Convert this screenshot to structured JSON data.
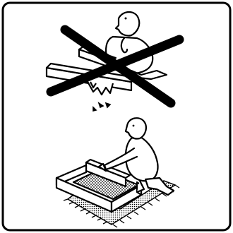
{
  "panel": {
    "frame_color": "#000000",
    "background_color": "#ffffff"
  },
  "scenes": [
    {
      "name": "wrong-method",
      "description_icon": "person-standing-on-edge-of-wooden-frame",
      "marked_wrong": true,
      "cross_color": "#000000"
    },
    {
      "name": "correct-method",
      "description_icon": "person-kneeling-on-mat-pressing-frame-down",
      "marked_wrong": false
    }
  ]
}
